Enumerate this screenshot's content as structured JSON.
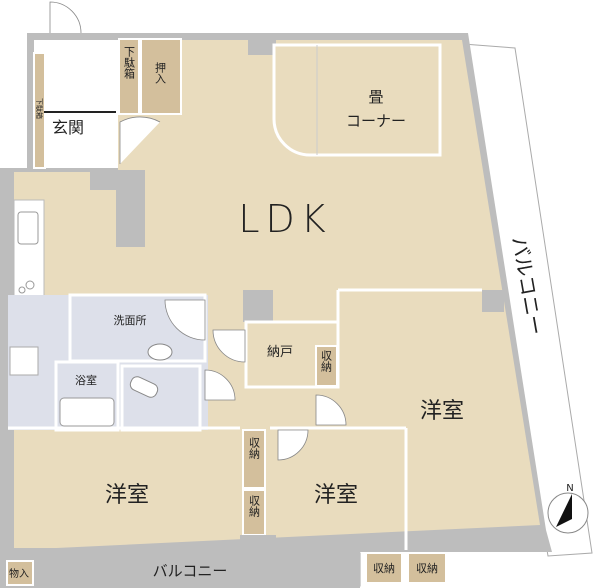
{
  "plan": {
    "ldk": "LDK",
    "tatami": {
      "line1": "畳",
      "line2": "コーナー"
    },
    "entrance": "玄関",
    "shoe_box_1": "下駄箱",
    "shoe_box_2": "下駄箱",
    "oshiire": "押入",
    "washroom": "洗面所",
    "bathroom": "浴室",
    "nando": "納戸",
    "storage_nando": "収納",
    "western_room_right": "洋室",
    "western_room_left": "洋室",
    "western_room_middle": "洋室",
    "storage_left_1": "収納",
    "storage_left_2": "収納",
    "storage_bottom_1": "収納",
    "storage_bottom_2": "収納",
    "mono_ire": "物入",
    "balcony_side": "バルコニー",
    "balcony_bottom": "バルコニー",
    "compass": "N"
  },
  "colors": {
    "room": "#e9dcbe",
    "wet": "#dde0ea",
    "storage": "#d3bf9c",
    "wall": "#bdbdbd"
  }
}
